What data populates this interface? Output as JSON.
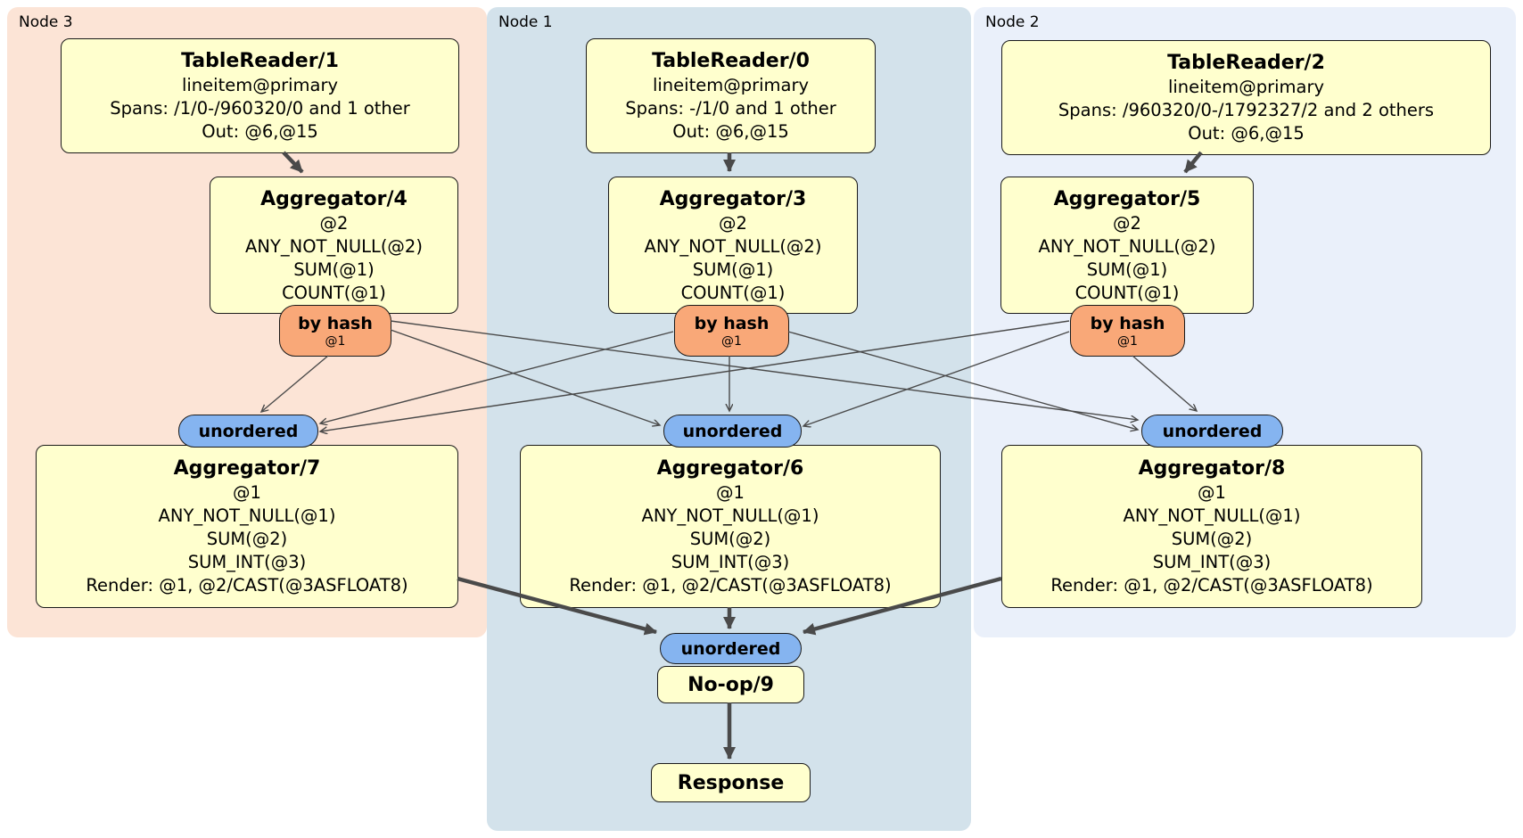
{
  "diagram": {
    "regions": {
      "node3": {
        "label": "Node 3",
        "bg": "#fce4d6"
      },
      "node1": {
        "label": "Node 1",
        "bg": "#d3e2eb"
      },
      "node2": {
        "label": "Node 2",
        "bg": "#eaf0fa"
      }
    },
    "colors": {
      "node_fill": "#ffffce",
      "hash_pill_fill": "#f9a878",
      "stream_pill_fill": "#85b4f0",
      "edge": "#4a4a4a"
    },
    "nodes": {
      "tablereader1": {
        "title": "TableReader/1",
        "lines": [
          "lineitem@primary",
          "Spans: /1/0-/960320/0 and 1 other",
          "Out: @6,@15"
        ]
      },
      "tablereader0": {
        "title": "TableReader/0",
        "lines": [
          "lineitem@primary",
          "Spans: -/1/0 and 1 other",
          "Out: @6,@15"
        ]
      },
      "tablereader2": {
        "title": "TableReader/2",
        "lines": [
          "lineitem@primary",
          "Spans: /960320/0-/1792327/2 and 2 others",
          "Out: @6,@15"
        ]
      },
      "aggregator4": {
        "title": "Aggregator/4",
        "lines": [
          "@2",
          "ANY_NOT_NULL(@2)",
          "SUM(@1)",
          "COUNT(@1)"
        ]
      },
      "aggregator3": {
        "title": "Aggregator/3",
        "lines": [
          "@2",
          "ANY_NOT_NULL(@2)",
          "SUM(@1)",
          "COUNT(@1)"
        ]
      },
      "aggregator5": {
        "title": "Aggregator/5",
        "lines": [
          "@2",
          "ANY_NOT_NULL(@2)",
          "SUM(@1)",
          "COUNT(@1)"
        ]
      },
      "aggregator7": {
        "title": "Aggregator/7",
        "lines": [
          "@1",
          "ANY_NOT_NULL(@1)",
          "SUM(@2)",
          "SUM_INT(@3)",
          "Render: @1, @2/CAST(@3ASFLOAT8)"
        ]
      },
      "aggregator6": {
        "title": "Aggregator/6",
        "lines": [
          "@1",
          "ANY_NOT_NULL(@1)",
          "SUM(@2)",
          "SUM_INT(@3)",
          "Render: @1, @2/CAST(@3ASFLOAT8)"
        ]
      },
      "aggregator8": {
        "title": "Aggregator/8",
        "lines": [
          "@1",
          "ANY_NOT_NULL(@1)",
          "SUM(@2)",
          "SUM_INT(@3)",
          "Render: @1, @2/CAST(@3ASFLOAT8)"
        ]
      },
      "noop9": {
        "title": "No-op/9"
      },
      "response": {
        "title": "Response"
      }
    },
    "pills": {
      "by_hash": {
        "label": "by hash",
        "sub": "@1"
      },
      "unordered": {
        "label": "unordered"
      }
    }
  }
}
